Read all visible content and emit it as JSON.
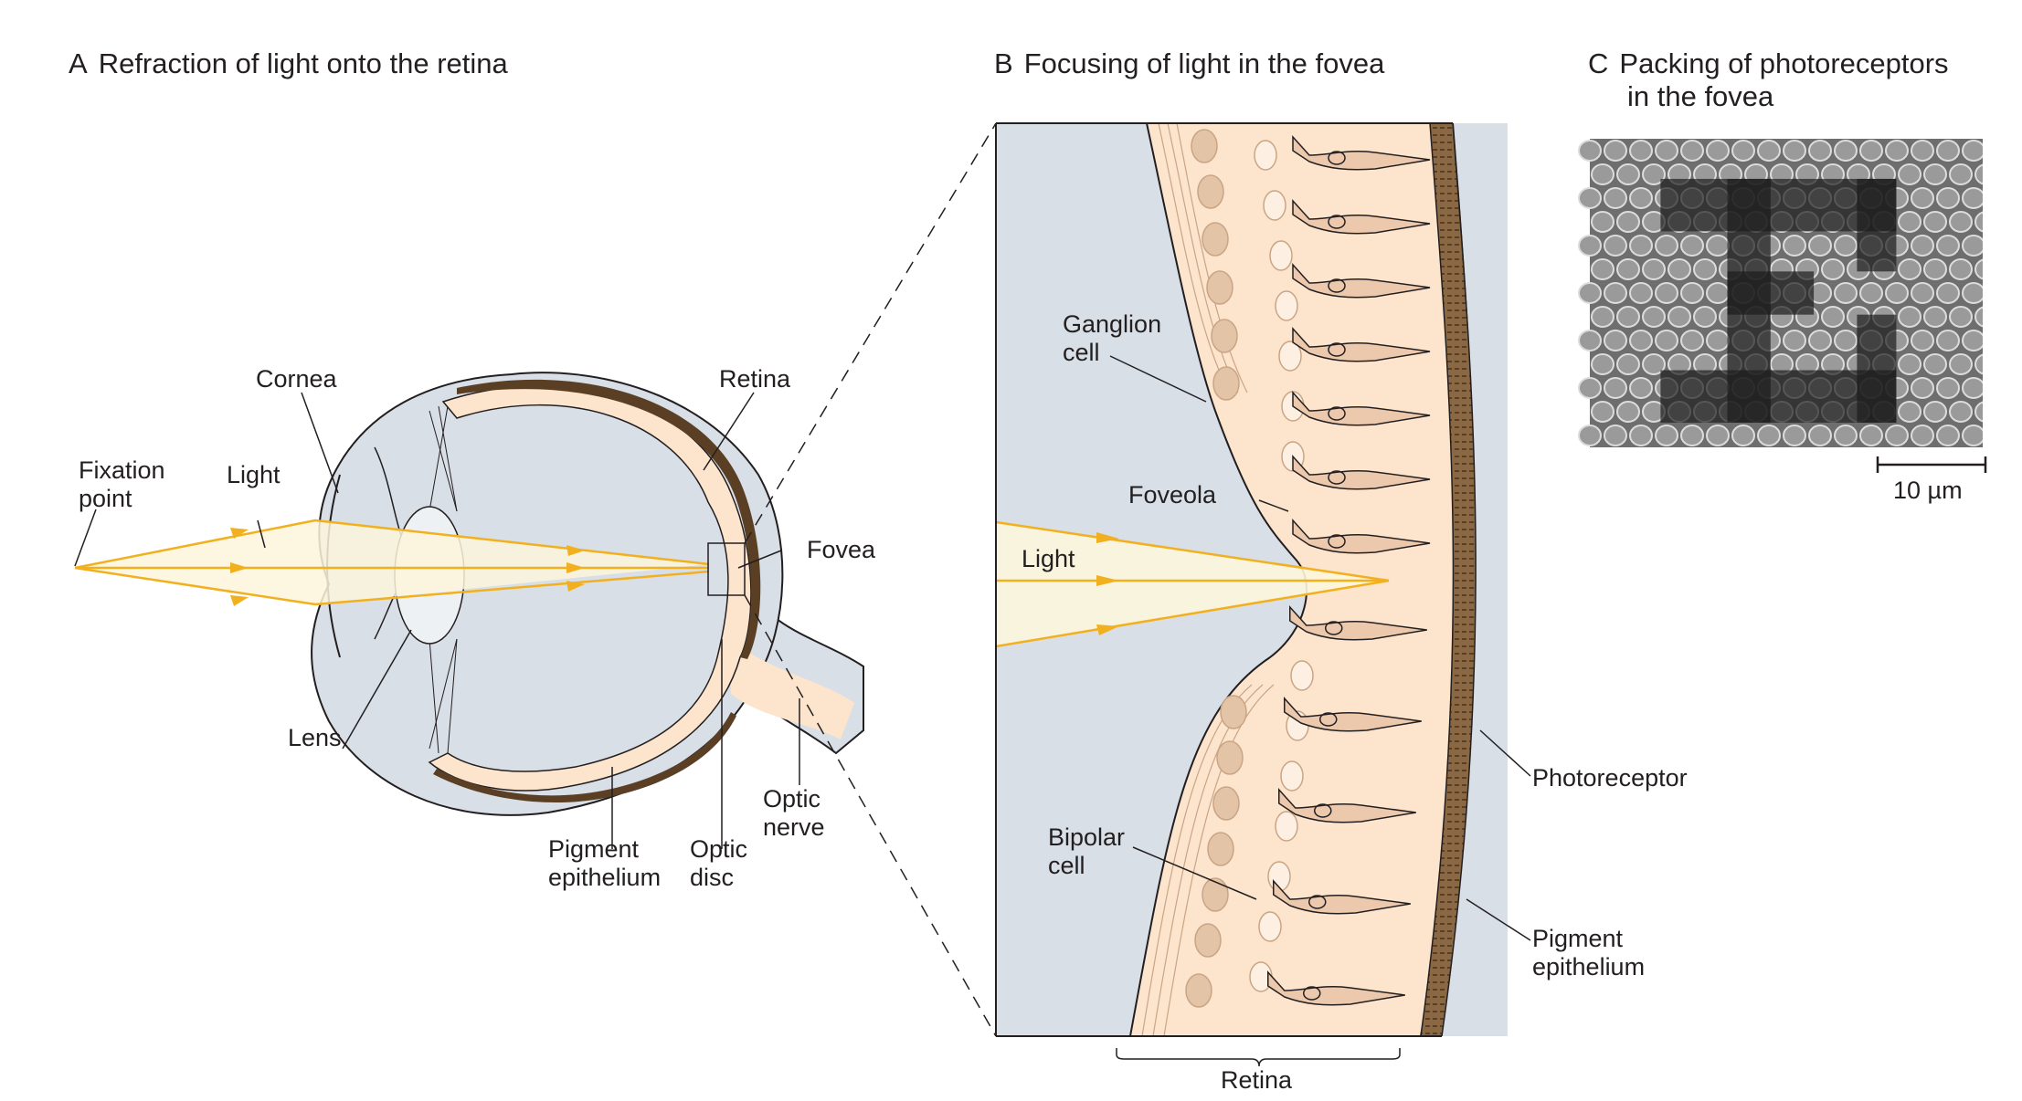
{
  "panels": {
    "a": {
      "letter": "A",
      "title": "Refraction of light onto the retina"
    },
    "b": {
      "letter": "B",
      "title": "Focusing of light in the fovea"
    },
    "c": {
      "letter": "C",
      "title_line1": "Packing of photoreceptors",
      "title_line2": "in the fovea"
    }
  },
  "labels_a": {
    "fixation_1": "Fixation",
    "fixation_2": "point",
    "light": "Light",
    "cornea": "Cornea",
    "lens": "Lens",
    "retina": "Retina",
    "fovea": "Fovea",
    "pigment_1": "Pigment",
    "pigment_2": "epithelium",
    "optic_disc_1": "Optic",
    "optic_disc_2": "disc",
    "optic_nerve_1": "Optic",
    "optic_nerve_2": "nerve"
  },
  "labels_b": {
    "ganglion_1": "Ganglion",
    "ganglion_2": "cell",
    "foveola": "Foveola",
    "light": "Light",
    "bipolar_1": "Bipolar",
    "bipolar_2": "cell",
    "photoreceptor": "Photoreceptor",
    "pigment_1": "Pigment",
    "pigment_2": "epithelium",
    "retina": "Retina"
  },
  "labels_c": {
    "scale_bar": "10 µm"
  },
  "colors": {
    "light_ray": "#f2b01e",
    "light_fill": "#fdf6dc",
    "vitreous": "#d8dfe6",
    "retina": "#fde4cc",
    "pigment": "#8a6844",
    "cell_dark": "#e3c4a6",
    "photoreceptor": "#ecc8ad"
  }
}
